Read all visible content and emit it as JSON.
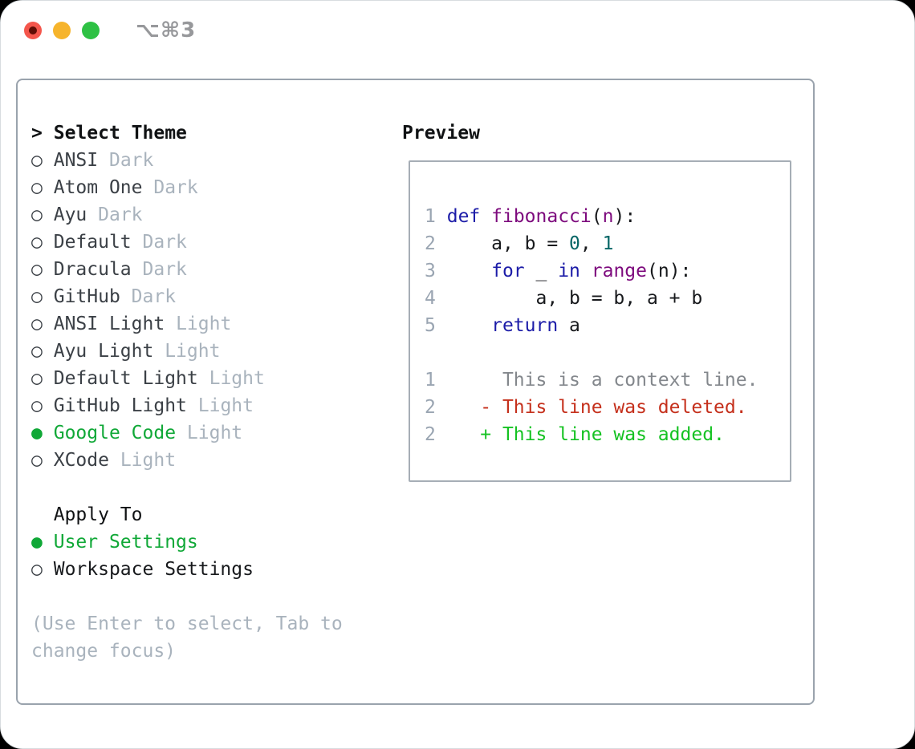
{
  "window": {
    "shortcut": "⌥⌘3"
  },
  "titlebar_buttons": {
    "close_color": "#f4564c",
    "minimize_color": "#f6b42c",
    "zoom_color": "#2ec144"
  },
  "theme_panel": {
    "header": {
      "prompt": ">",
      "label": "Select Theme"
    },
    "themes": [
      {
        "name": "ANSI",
        "variant": "Dark",
        "selected": false
      },
      {
        "name": "Atom One",
        "variant": "Dark",
        "selected": false
      },
      {
        "name": "Ayu",
        "variant": "Dark",
        "selected": false
      },
      {
        "name": "Default",
        "variant": "Dark",
        "selected": false
      },
      {
        "name": "Dracula",
        "variant": "Dark",
        "selected": false
      },
      {
        "name": "GitHub",
        "variant": "Dark",
        "selected": false
      },
      {
        "name": "ANSI Light",
        "variant": "Light",
        "selected": false
      },
      {
        "name": "Ayu Light",
        "variant": "Light",
        "selected": false
      },
      {
        "name": "Default Light",
        "variant": "Light",
        "selected": false
      },
      {
        "name": "GitHub Light",
        "variant": "Light",
        "selected": false
      },
      {
        "name": "Google Code",
        "variant": "Light",
        "selected": true
      },
      {
        "name": "XCode",
        "variant": "Light",
        "selected": false
      }
    ],
    "apply_to": {
      "header": "Apply To",
      "options": [
        {
          "label": "User Settings",
          "selected": true
        },
        {
          "label": "Workspace Settings",
          "selected": false
        }
      ]
    },
    "help_lines": [
      "(Use Enter to select, Tab to",
      "change focus)"
    ],
    "selected_color": "#10a837"
  },
  "preview": {
    "header": "Preview",
    "code_lines": [
      {
        "num": "1",
        "tokens": [
          {
            "t": "def",
            "c": "kw"
          },
          {
            "t": " ",
            "c": "pln"
          },
          {
            "t": "fibonacci",
            "c": "typ"
          },
          {
            "t": "(",
            "c": "pln"
          },
          {
            "t": "n",
            "c": "typ"
          },
          {
            "t": "):",
            "c": "pln"
          }
        ]
      },
      {
        "num": "2",
        "tokens": [
          {
            "t": "    a, b = ",
            "c": "pln"
          },
          {
            "t": "0",
            "c": "lit"
          },
          {
            "t": ", ",
            "c": "pln"
          },
          {
            "t": "1",
            "c": "lit"
          }
        ]
      },
      {
        "num": "3",
        "tokens": [
          {
            "t": "    ",
            "c": "pln"
          },
          {
            "t": "for",
            "c": "kw"
          },
          {
            "t": " _ ",
            "c": "pln"
          },
          {
            "t": "in",
            "c": "kw"
          },
          {
            "t": " ",
            "c": "pln"
          },
          {
            "t": "range",
            "c": "typ"
          },
          {
            "t": "(n):",
            "c": "pln"
          }
        ]
      },
      {
        "num": "4",
        "tokens": [
          {
            "t": "        a, b = b, a + b",
            "c": "pln"
          }
        ]
      },
      {
        "num": "5",
        "tokens": [
          {
            "t": "    ",
            "c": "pln"
          },
          {
            "t": "return",
            "c": "kw"
          },
          {
            "t": " a",
            "c": "pln"
          }
        ]
      }
    ],
    "diff_lines": [
      {
        "num": "1",
        "marker": " ",
        "text": "This is a context line.",
        "kind": "context"
      },
      {
        "num": "2",
        "marker": "-",
        "text": "This line was deleted.",
        "kind": "deleted"
      },
      {
        "num": "2",
        "marker": "+",
        "text": "This line was added.",
        "kind": "added"
      }
    ],
    "syntax_colors": {
      "keyword": "#1c1ca8",
      "type_function": "#7d0a7d",
      "literal": "#066666",
      "plain": "#17191c",
      "line_number": "#9aa5b2",
      "diff_context": "#83878c",
      "diff_deleted": "#c5301c",
      "diff_added": "#15c222"
    }
  }
}
